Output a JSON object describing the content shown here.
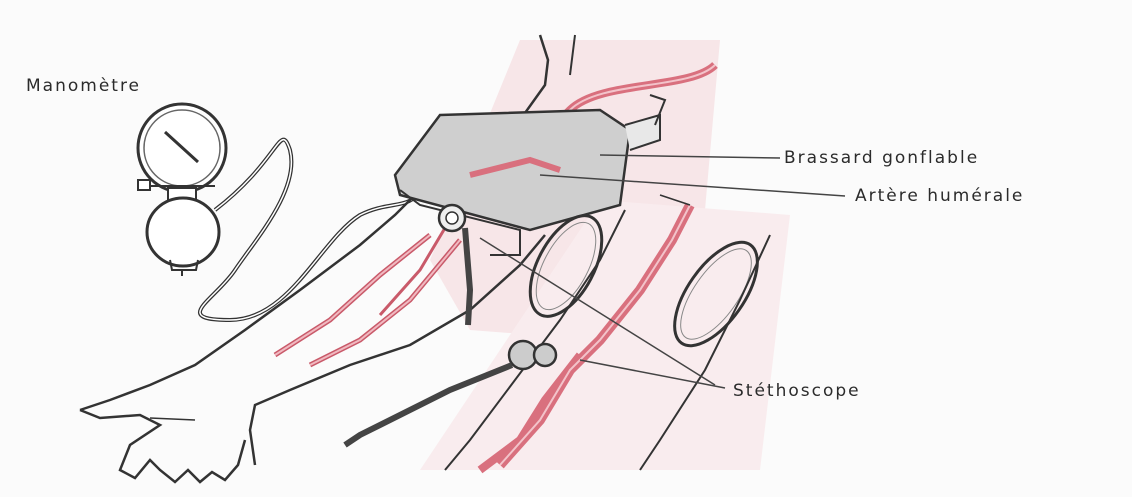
{
  "labels": {
    "manometre": "Manomètre",
    "brassard": "Brassard gonflable",
    "artere": "Artère humérale",
    "stethoscope": "Stéthoscope"
  },
  "colors": {
    "artery": "#d9707e",
    "artery_dark": "#b94a5c",
    "skin_tint": "#f7dfe2",
    "cuff": "#c9c9c9",
    "line": "#333333",
    "background": "#fbfbfb"
  }
}
